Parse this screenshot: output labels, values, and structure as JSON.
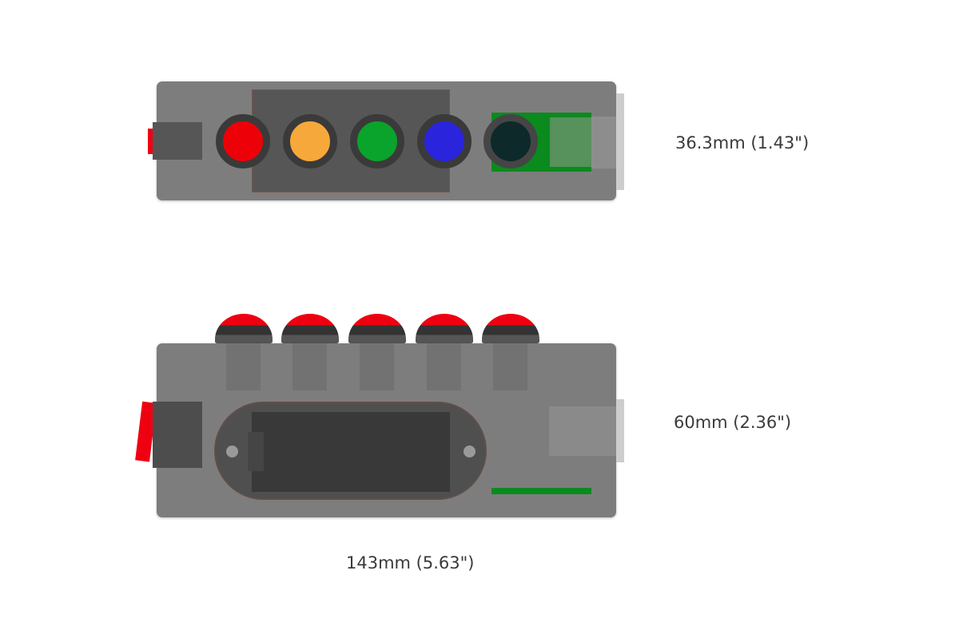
{
  "labels": {
    "top_view_height": "36.3mm (1.43\")",
    "front_view_height": "60mm (2.36\")",
    "device_width": "143mm (5.63\")"
  },
  "colors": {
    "background": "#ffffff",
    "body": "#7d7d7d",
    "panel-dark": "#565656",
    "ring-dark": "#3a3a3a",
    "pcb-green": "#0b8a1e",
    "pcb-green-light": "#57915c",
    "band-light": "#8d8d8d",
    "tab-light": "#cdcdcd",
    "accent-red": "#ee0011",
    "switch-dark-top": "#565656",
    "switch-dark-front": "#4d4d4d",
    "shaft": "#727272",
    "battery-well": "#4f4f4f",
    "battery": "#393939",
    "battery-tab": "#454545",
    "screw": "#9a9a9a",
    "usb-gray": "#8a8a8a",
    "dome-cap": "#ee0011",
    "dome-band": "#333333",
    "dome-base": "#555555",
    "label-text": "#3a3a3a"
  },
  "top_view": {
    "buttons": [
      {
        "name": "red-pushbutton",
        "color": "#ee0008"
      },
      {
        "name": "orange-pushbutton",
        "color": "#f7a83b"
      },
      {
        "name": "green-pushbutton",
        "color": "#0aa32b"
      },
      {
        "name": "blue-pushbutton",
        "color": "#2a24dc"
      },
      {
        "name": "dark-pushbutton",
        "color": "#0d2929"
      }
    ]
  },
  "front_view": {
    "dome_button_count": 5
  }
}
